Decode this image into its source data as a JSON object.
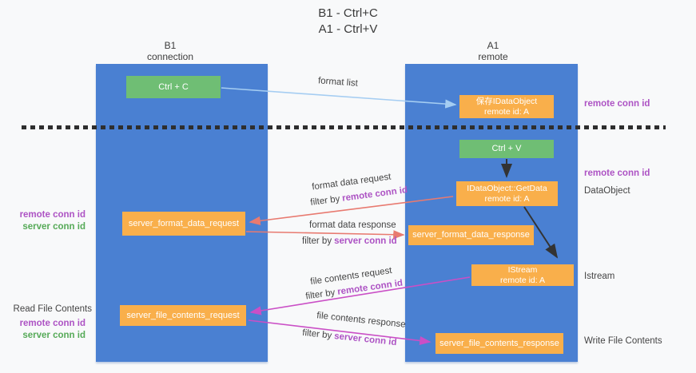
{
  "title": {
    "line1": "B1 - Ctrl+C",
    "line2": "A1 - Ctrl+V"
  },
  "lifelines": {
    "left": {
      "title": "B1",
      "subtitle": "connection"
    },
    "right": {
      "title": "A1",
      "subtitle": "remote"
    }
  },
  "nodes": {
    "ctrl_c": {
      "label": "Ctrl + C"
    },
    "ctrl_v": {
      "label": "Ctrl + V"
    },
    "save_dataobject": {
      "line1": "保存IDataObject",
      "line2": "remote id: A"
    },
    "getdata": {
      "line1": "IDataObject::GetData",
      "line2": "remote id: A"
    },
    "istream": {
      "line1": "IStream",
      "line2": "remote id: A"
    },
    "format_request": {
      "label": "server_format_data_request"
    },
    "format_response": {
      "label": "server_format_data_response"
    },
    "file_request": {
      "label": "server_file_contents_request"
    },
    "file_response": {
      "label": "server_file_contents_response"
    }
  },
  "edge_labels": {
    "format_list": "format list",
    "format_data_request": "format data request",
    "format_data_response": "format data response",
    "file_contents_request": "file contents request",
    "file_contents_response": "file contents response",
    "filter_by": "filter by",
    "remote_conn_id": "remote conn id",
    "server_conn_id": "server conn id"
  },
  "side_labels": {
    "right_top_conn_id": "remote conn id",
    "right_mid_conn_id": "remote conn id",
    "dataobject": "DataObject",
    "istream": "Istream",
    "write_file_contents": "Write File Contents",
    "read_file_contents": "Read File Contents",
    "left_mid_remote": "remote conn id",
    "left_mid_server": "server conn id",
    "left_bottom_remote": "remote conn id",
    "left_bottom_server": "server conn id"
  },
  "colors": {
    "lifeline_blue": "#4a80d2",
    "box_green": "#6fbe74",
    "box_orange": "#f9af4b",
    "label_purple": "#ad53c4",
    "label_green": "#56aa58",
    "arrow_red": "#e87a70",
    "arrow_magenta": "#ca4fc6",
    "arrow_lightblue": "#a5cdf2",
    "arrow_black": "#333333",
    "divider_black": "#2e2e2e"
  }
}
